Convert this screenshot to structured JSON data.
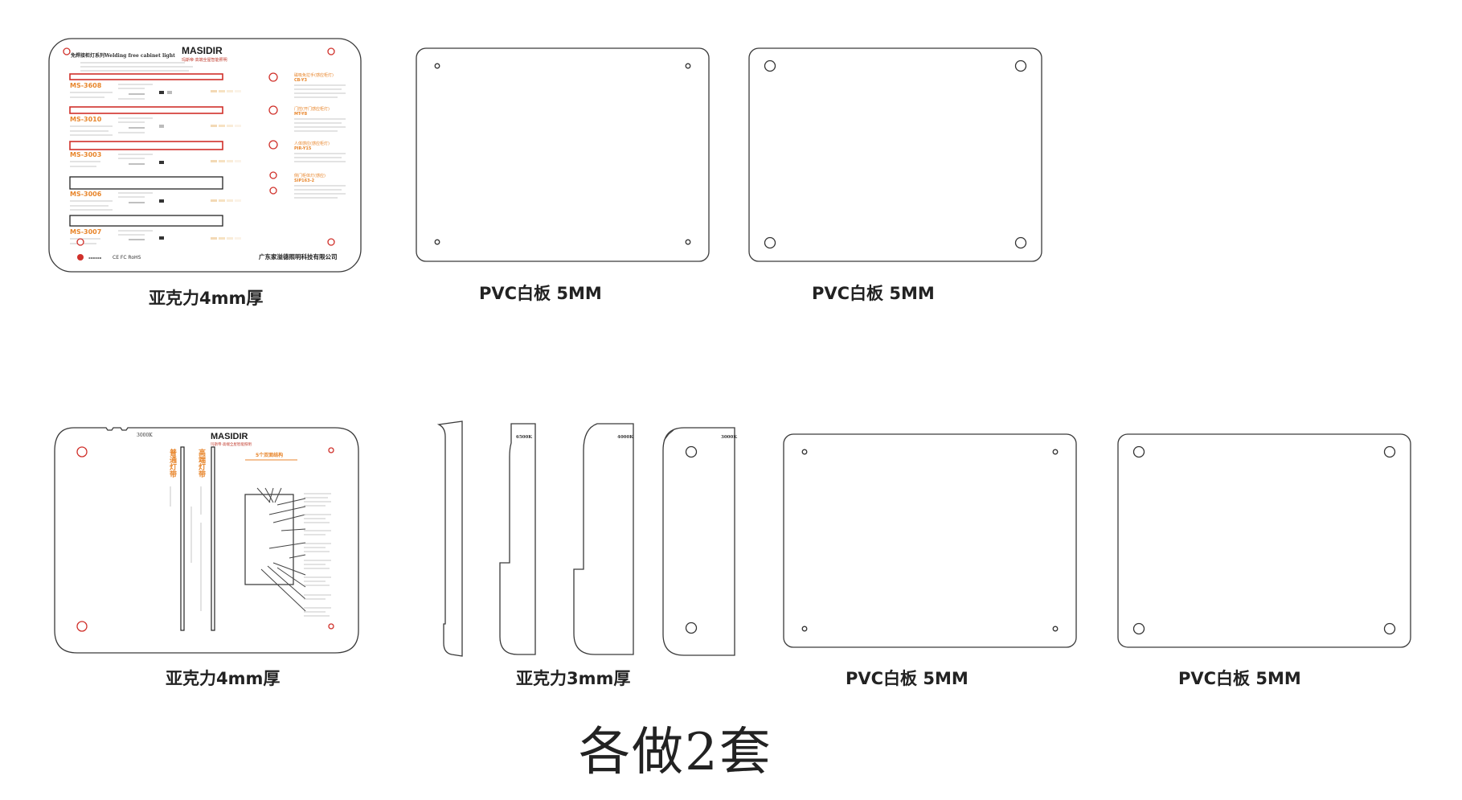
{
  "top_row": {
    "acrylic_label": "亚克力4mm厚",
    "pvc_label_1": "PVC白板 5MM",
    "pvc_label_2": "PVC白板 5MM",
    "brand": "MASIDIR",
    "brand_sub": "玛斯帝·高端全屋智能照明",
    "header": "免焊接柜灯系列Welding free cabinet light",
    "models": [
      "MS-3608",
      "MS-3010",
      "MS-3003",
      "MS-3006",
      "MS-3007"
    ],
    "side_titles": [
      "磁吸免拉手(感应柜灯)",
      "门控(开门感应柜灯)",
      "人体感应(感应柜灯)",
      "侧门柜体灯(感应)"
    ],
    "side_codes": [
      "CB-Y3",
      "MT-Y8",
      "PIR-Y15",
      "SIP163-2"
    ],
    "company": "广东家溢德照明科技有限公司",
    "cert_marks": "CE FC RoHS"
  },
  "bottom_row": {
    "acrylic_label": "亚克力4mm厚",
    "acrylic3_label": "亚克力3mm厚",
    "pvc_label_1": "PVC白板 5MM",
    "pvc_label_2": "PVC白板 5MM",
    "cct_label": "3000K",
    "cct_labels_small": [
      "6500K",
      "4000K",
      "3000K"
    ],
    "strip_title_1": "普通灯带",
    "strip_title_2": "高端灯带",
    "diagram_title": "5个双面结构"
  },
  "footer": {
    "note": "各做2套"
  },
  "colors": {
    "accent_orange": "#e8862c",
    "hole_red": "#d0302a",
    "outline": "#3a3a3a"
  }
}
